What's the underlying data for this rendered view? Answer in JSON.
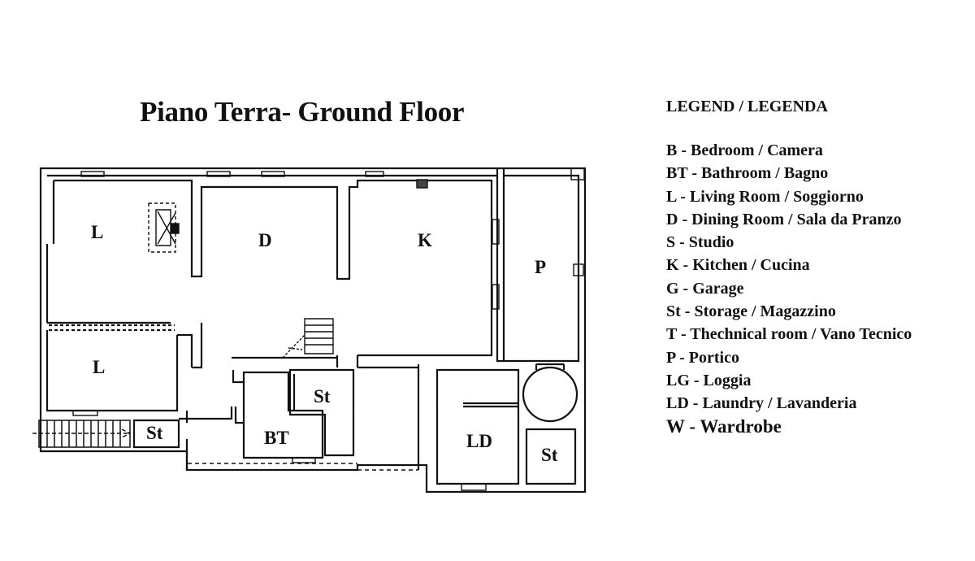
{
  "logo": {
    "line1": "",
    "line2": ""
  },
  "plan": {
    "title": "Piano Terra- Ground Floor",
    "rooms": [
      {
        "code": "L"
      },
      {
        "code": "D"
      },
      {
        "code": "K"
      },
      {
        "code": "P"
      },
      {
        "code": "L"
      },
      {
        "code": "St"
      },
      {
        "code": "St"
      },
      {
        "code": "BT"
      },
      {
        "code": "LD"
      },
      {
        "code": "St"
      }
    ]
  },
  "legend": {
    "title": "LEGEND / LEGENDA",
    "items": [
      "B - Bedroom / Camera",
      "BT - Bathroom / Bagno",
      "L - Living Room / Soggiorno",
      "D - Dining Room / Sala da Pranzo",
      "S - Studio",
      "K - Kitchen / Cucina",
      "G - Garage",
      "St - Storage / Magazzino",
      "T - Thechnical room / Vano Tecnico",
      "P - Portico",
      "LG -  Loggia",
      "LD - Laundry / Lavanderia",
      "W - Wardrobe"
    ]
  }
}
